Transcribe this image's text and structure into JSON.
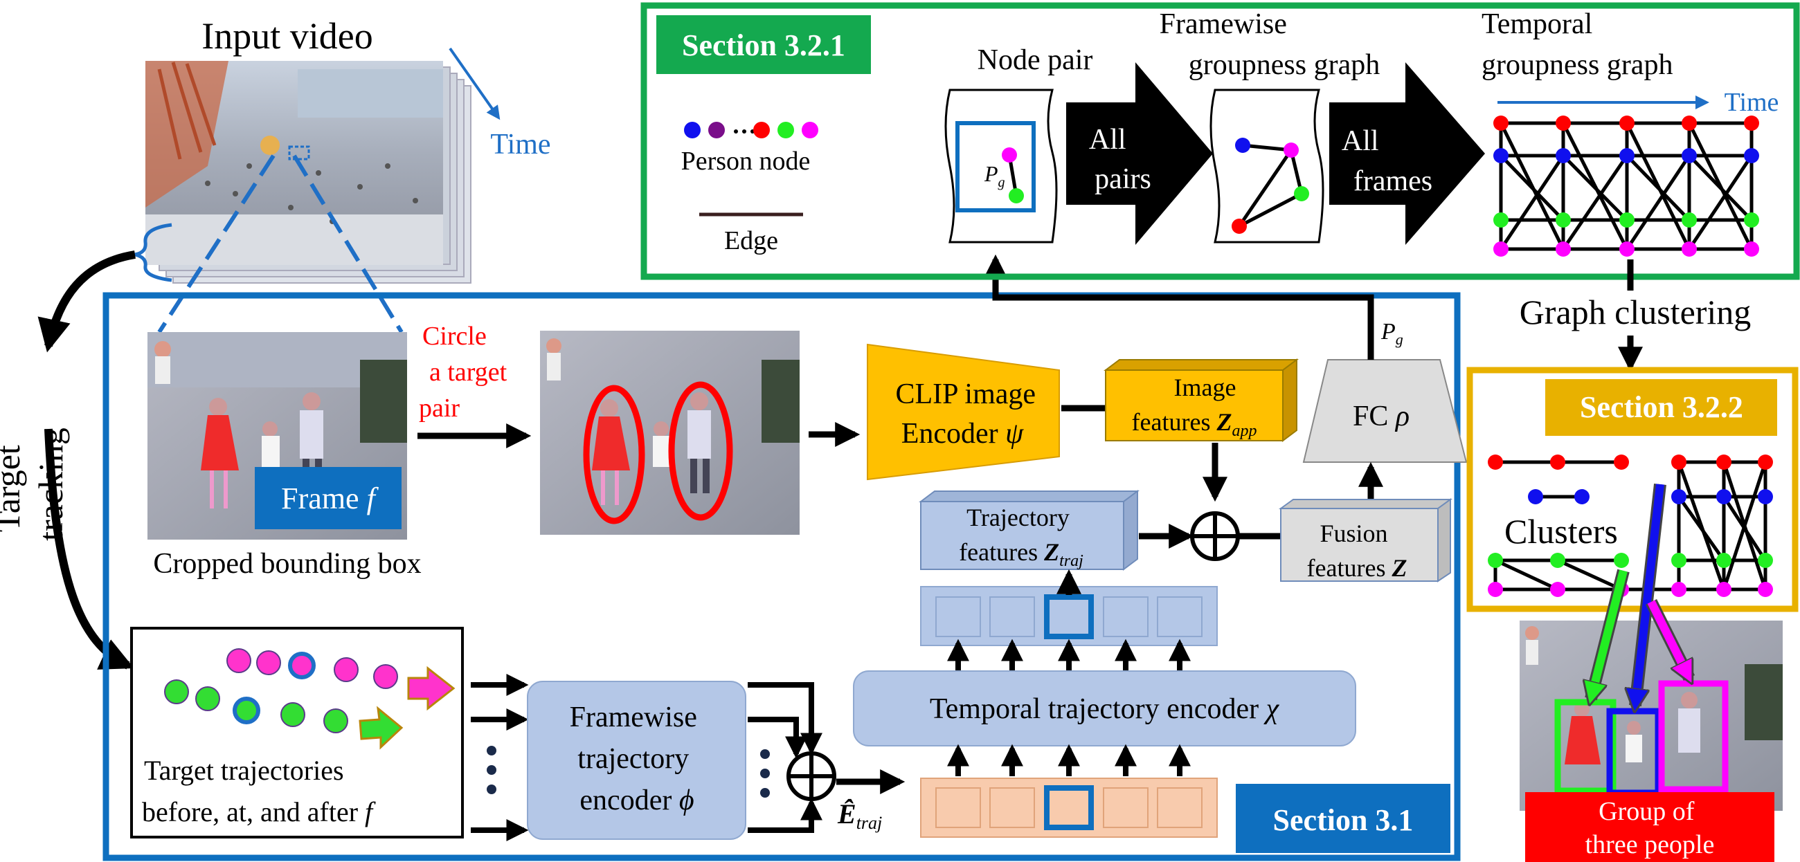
{
  "input": {
    "title": "Input video",
    "time": "Time"
  },
  "tracking": {
    "line1": "Target",
    "line2": "tracking"
  },
  "crop": {
    "caption": "Cropped bounding box",
    "frame_label": "Frame ",
    "frame_var": "f"
  },
  "circle": {
    "line1": "Circle",
    "line2": "a target",
    "line3": "pair"
  },
  "clip": {
    "line1": "CLIP image",
    "line2": "Encoder ",
    "sym": "ψ"
  },
  "image_features": {
    "line1": "Image",
    "line2": "features ",
    "sym": "Z",
    "sub": "app"
  },
  "fc": {
    "label": "FC ",
    "sym": "ρ"
  },
  "pg": {
    "sym": "P",
    "sub": "g"
  },
  "traj_features": {
    "line1": "Trajectory",
    "line2": "features ",
    "sym": "Z",
    "sub": "traj"
  },
  "fusion": {
    "line1": "Fusion",
    "line2": "features ",
    "sym": "Z"
  },
  "temporal_encoder": {
    "label": "Temporal trajectory encoder ",
    "sym": "χ"
  },
  "framewise_encoder": {
    "line1": "Framewise",
    "line2": "trajectory",
    "line3": "encoder ",
    "sym": "ϕ"
  },
  "etraj": {
    "sym": "Ê",
    "sub": "traj"
  },
  "trajectories": {
    "line1": "Target trajectories",
    "line2": "before, at, and after ",
    "var": "f"
  },
  "section_31": "Section 3.1",
  "section_321": "Section 3.2.1",
  "section_322": "Section 3.2.2",
  "legend": {
    "person_node": "Person node",
    "edge": "Edge"
  },
  "node_pair": {
    "title": "Node pair",
    "sym": "P",
    "sub": "g"
  },
  "all_pairs": {
    "line1": "All",
    "line2": "pairs"
  },
  "framewise_graph": {
    "line1": "Framewise",
    "line2": "groupness graph"
  },
  "all_frames": {
    "line1": "All",
    "line2": "frames"
  },
  "temporal_graph": {
    "line1": "Temporal",
    "line2": "groupness graph",
    "time": "Time"
  },
  "graph_clustering": "Graph clustering",
  "clusters": "Clusters",
  "group": {
    "line1": "Group of",
    "line2": "three people"
  },
  "colors": {
    "blue_frame": "#0e6fbf",
    "green_frame": "#14a94f",
    "gold_frame": "#e8b100",
    "clip_fill": "#ffc000",
    "encoder_fill": "#b4c7e7",
    "feature_fill": "#dddddd",
    "embed_fill": "#f8cbad",
    "red": "#ff0000",
    "magenta": "#ff00ff",
    "green_node": "#22ee22",
    "blue_node": "#1010ee",
    "time_blue": "#1f6fc6"
  }
}
